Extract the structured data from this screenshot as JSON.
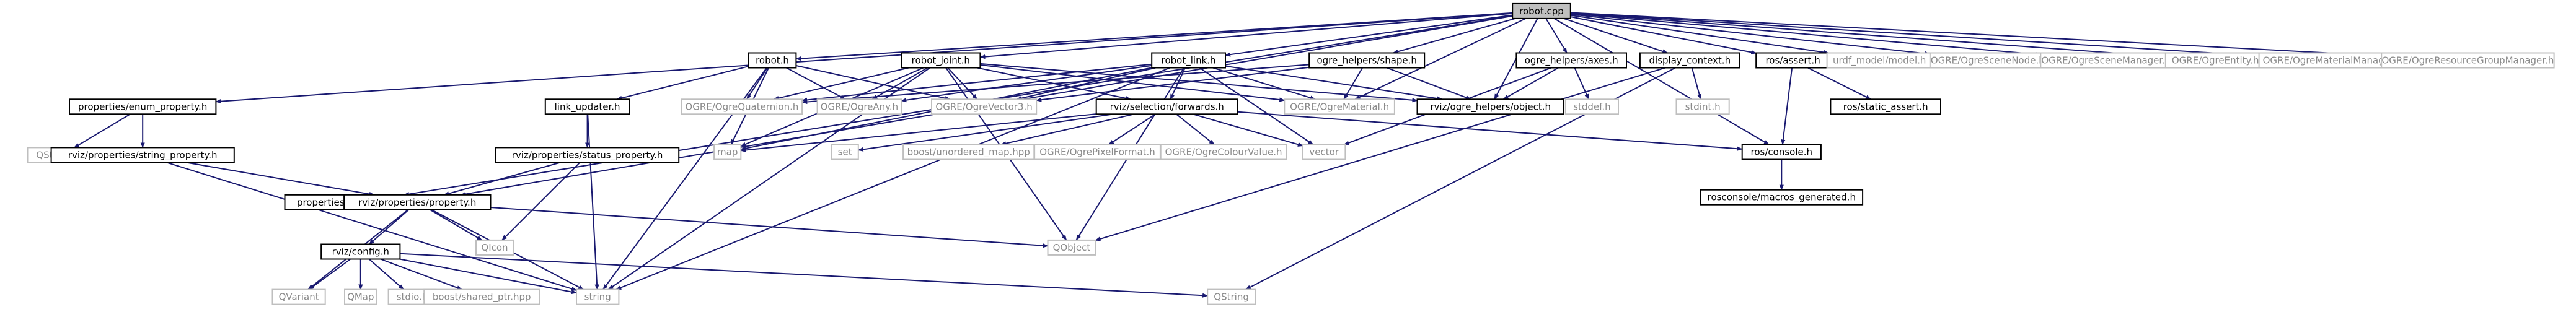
{
  "colors": {
    "edge": "#191970",
    "root_fill": "#bfbfbf",
    "local_border": "#000000",
    "external_border": "#bfbfbf",
    "external_text": "#8a8a8a"
  },
  "nodes": [
    {
      "id": "robot_cpp",
      "label": "robot.cpp",
      "kind": "root"
    },
    {
      "id": "robot_h",
      "label": "robot.h",
      "kind": "local"
    },
    {
      "id": "robot_joint_h",
      "label": "robot_joint.h",
      "kind": "local"
    },
    {
      "id": "robot_link_h",
      "label": "robot_link.h",
      "kind": "local"
    },
    {
      "id": "ogre_helpers_shape_h",
      "label": "ogre_helpers/shape.h",
      "kind": "local"
    },
    {
      "id": "ogre_helpers_axes_h",
      "label": "ogre_helpers/axes.h",
      "kind": "local"
    },
    {
      "id": "display_context_h",
      "label": "display_context.h",
      "kind": "local"
    },
    {
      "id": "ros_assert_h",
      "label": "ros/assert.h",
      "kind": "local"
    },
    {
      "id": "urdf_model_h",
      "label": "urdf_model/model.h",
      "kind": "external"
    },
    {
      "id": "ogre_scenenode",
      "label": "OGRE/OgreSceneNode.h",
      "kind": "external"
    },
    {
      "id": "ogre_scenemanager",
      "label": "OGRE/OgreSceneManager.h",
      "kind": "external"
    },
    {
      "id": "ogre_entity",
      "label": "OGRE/OgreEntity.h",
      "kind": "external"
    },
    {
      "id": "ogre_materialmanager",
      "label": "OGRE/OgreMaterialManager.h",
      "kind": "external"
    },
    {
      "id": "ogre_resourcegroupmanager",
      "label": "OGRE/OgreResourceGroupManager.h",
      "kind": "external"
    },
    {
      "id": "properties_enum_property_h",
      "label": "properties/enum_property.h",
      "kind": "local"
    },
    {
      "id": "properties_bool_property_h",
      "label": "properties/bool_property.h",
      "kind": "local"
    },
    {
      "id": "link_updater_h",
      "label": "link_updater.h",
      "kind": "local"
    },
    {
      "id": "ogre_quaternion",
      "label": "OGRE/OgreQuaternion.h",
      "kind": "external"
    },
    {
      "id": "ogre_prerequisites",
      "label": "OGRE/OgreAny.h",
      "kind": "external"
    },
    {
      "id": "ogre_vector3",
      "label": "OGRE/OgreVector3.h",
      "kind": "external"
    },
    {
      "id": "rviz_selection_forwards_h",
      "label": "rviz/selection/forwards.h",
      "kind": "local"
    },
    {
      "id": "ogre_material",
      "label": "OGRE/OgreMaterial.h",
      "kind": "external"
    },
    {
      "id": "rviz_ogre_helpers_object_h",
      "label": "rviz/ogre_helpers/object.h",
      "kind": "local"
    },
    {
      "id": "stddef_h",
      "label": "stddef.h",
      "kind": "external"
    },
    {
      "id": "stdint_h",
      "label": "stdint.h",
      "kind": "external"
    },
    {
      "id": "ros_static_assert_h",
      "label": "ros/static_assert.h",
      "kind": "local"
    },
    {
      "id": "qstringlist",
      "label": "QStringList",
      "kind": "external"
    },
    {
      "id": "rviz_properties_string_property_h",
      "label": "rviz/properties/string_property.h",
      "kind": "local"
    },
    {
      "id": "rviz_properties_status_property_h",
      "label": "rviz/properties/status_property.h",
      "kind": "local"
    },
    {
      "id": "map",
      "label": "map",
      "kind": "external"
    },
    {
      "id": "set",
      "label": "set",
      "kind": "external"
    },
    {
      "id": "boost_unordered_map",
      "label": "boost/unordered_map.hpp",
      "kind": "external"
    },
    {
      "id": "ogre_pixelformat",
      "label": "OGRE/OgrePixelFormat.h",
      "kind": "external"
    },
    {
      "id": "ogre_colourvalue",
      "label": "OGRE/OgreColourValue.h",
      "kind": "external"
    },
    {
      "id": "vector",
      "label": "vector",
      "kind": "external"
    },
    {
      "id": "ros_console_h",
      "label": "ros/console.h",
      "kind": "local"
    },
    {
      "id": "rosconsole_macros_generated_h",
      "label": "rosconsole/macros_generated.h",
      "kind": "local"
    },
    {
      "id": "rviz_properties_property_h",
      "label": "rviz/properties/property.h",
      "kind": "local"
    },
    {
      "id": "qicon",
      "label": "QIcon",
      "kind": "external"
    },
    {
      "id": "qobject",
      "label": "QObject",
      "kind": "external"
    },
    {
      "id": "rviz_config_h",
      "label": "rviz/config.h",
      "kind": "local"
    },
    {
      "id": "qvariant",
      "label": "QVariant",
      "kind": "external"
    },
    {
      "id": "qmap",
      "label": "QMap",
      "kind": "external"
    },
    {
      "id": "stdio_h",
      "label": "stdio.h",
      "kind": "external"
    },
    {
      "id": "boost_shared_ptr",
      "label": "boost/shared_ptr.hpp",
      "kind": "external"
    },
    {
      "id": "string",
      "label": "string",
      "kind": "external"
    },
    {
      "id": "qstring",
      "label": "QString",
      "kind": "external"
    }
  ],
  "edges": [
    [
      "robot_cpp",
      "robot_h"
    ],
    [
      "robot_cpp",
      "robot_joint_h"
    ],
    [
      "robot_cpp",
      "robot_link_h"
    ],
    [
      "robot_cpp",
      "ogre_helpers_shape_h"
    ],
    [
      "robot_cpp",
      "ogre_helpers_axes_h"
    ],
    [
      "robot_cpp",
      "display_context_h"
    ],
    [
      "robot_cpp",
      "ros_assert_h"
    ],
    [
      "robot_cpp",
      "urdf_model_h"
    ],
    [
      "robot_cpp",
      "ogre_scenenode"
    ],
    [
      "robot_cpp",
      "ogre_scenemanager"
    ],
    [
      "robot_cpp",
      "ogre_entity"
    ],
    [
      "robot_cpp",
      "ogre_materialmanager"
    ],
    [
      "robot_cpp",
      "ogre_resourcegroupmanager"
    ],
    [
      "robot_cpp",
      "properties_enum_property_h"
    ],
    [
      "robot_cpp",
      "properties_bool_property_h"
    ],
    [
      "robot_cpp",
      "rviz_properties_property_h"
    ],
    [
      "robot_cpp",
      "rviz_ogre_helpers_object_h"
    ],
    [
      "robot_cpp",
      "ogre_material"
    ],
    [
      "robot_cpp",
      "ros_console_h"
    ],
    [
      "robot_h",
      "link_updater_h"
    ],
    [
      "robot_h",
      "ogre_quaternion"
    ],
    [
      "robot_h",
      "ogre_prerequisites"
    ],
    [
      "robot_h",
      "ogre_vector3"
    ],
    [
      "robot_h",
      "map"
    ],
    [
      "robot_h",
      "string"
    ],
    [
      "robot_joint_h",
      "ogre_quaternion"
    ],
    [
      "robot_joint_h",
      "ogre_prerequisites"
    ],
    [
      "robot_joint_h",
      "ogre_vector3"
    ],
    [
      "robot_joint_h",
      "ogre_material"
    ],
    [
      "robot_joint_h",
      "rviz_ogre_helpers_object_h"
    ],
    [
      "robot_joint_h",
      "map"
    ],
    [
      "robot_joint_h",
      "string"
    ],
    [
      "robot_joint_h",
      "qobject"
    ],
    [
      "robot_joint_h",
      "rviz_selection_forwards_h"
    ],
    [
      "robot_link_h",
      "ogre_quaternion"
    ],
    [
      "robot_link_h",
      "ogre_prerequisites"
    ],
    [
      "robot_link_h",
      "ogre_vector3"
    ],
    [
      "robot_link_h",
      "ogre_material"
    ],
    [
      "robot_link_h",
      "rviz_ogre_helpers_object_h"
    ],
    [
      "robot_link_h",
      "rviz_selection_forwards_h"
    ],
    [
      "robot_link_h",
      "map"
    ],
    [
      "robot_link_h",
      "string"
    ],
    [
      "robot_link_h",
      "qobject"
    ],
    [
      "robot_link_h",
      "vector"
    ],
    [
      "ogre_helpers_shape_h",
      "ogre_material"
    ],
    [
      "ogre_helpers_shape_h",
      "rviz_ogre_helpers_object_h"
    ],
    [
      "ogre_helpers_shape_h",
      "ogre_vector3"
    ],
    [
      "ogre_helpers_shape_h",
      "ogre_quaternion"
    ],
    [
      "ogre_helpers_axes_h",
      "rviz_ogre_helpers_object_h"
    ],
    [
      "ogre_helpers_axes_h",
      "stddef_h"
    ],
    [
      "ogre_helpers_axes_h",
      "vector"
    ],
    [
      "display_context_h",
      "stdint_h"
    ],
    [
      "display_context_h",
      "qobject"
    ],
    [
      "display_context_h",
      "qstring"
    ],
    [
      "ros_assert_h",
      "ros_console_h"
    ],
    [
      "ros_assert_h",
      "ros_static_assert_h"
    ],
    [
      "properties_enum_property_h",
      "qstringlist"
    ],
    [
      "properties_enum_property_h",
      "rviz_properties_string_property_h"
    ],
    [
      "rviz_properties_string_property_h",
      "rviz_properties_property_h"
    ],
    [
      "rviz_properties_string_property_h",
      "string"
    ],
    [
      "properties_bool_property_h",
      "rviz_properties_property_h"
    ],
    [
      "link_updater_h",
      "rviz_properties_status_property_h"
    ],
    [
      "link_updater_h",
      "string"
    ],
    [
      "rviz_properties_status_property_h",
      "rviz_properties_property_h"
    ],
    [
      "rviz_properties_status_property_h",
      "qicon"
    ],
    [
      "rviz_selection_forwards_h",
      "set"
    ],
    [
      "rviz_selection_forwards_h",
      "boost_unordered_map"
    ],
    [
      "rviz_selection_forwards_h",
      "ogre_pixelformat"
    ],
    [
      "rviz_selection_forwards_h",
      "ogre_colourvalue"
    ],
    [
      "rviz_selection_forwards_h",
      "vector"
    ],
    [
      "rviz_selection_forwards_h",
      "ros_console_h"
    ],
    [
      "rviz_selection_forwards_h",
      "map"
    ],
    [
      "ros_console_h",
      "rosconsole_macros_generated_h"
    ],
    [
      "rviz_properties_property_h",
      "qobject"
    ],
    [
      "rviz_properties_property_h",
      "qicon"
    ],
    [
      "rviz_properties_property_h",
      "qvariant"
    ],
    [
      "rviz_properties_property_h",
      "string"
    ],
    [
      "rviz_properties_property_h",
      "rviz_config_h"
    ],
    [
      "rviz_config_h",
      "qvariant"
    ],
    [
      "rviz_config_h",
      "qmap"
    ],
    [
      "rviz_config_h",
      "stdio_h"
    ],
    [
      "rviz_config_h",
      "boost_shared_ptr"
    ],
    [
      "rviz_config_h",
      "string"
    ],
    [
      "rviz_config_h",
      "qstring"
    ]
  ]
}
